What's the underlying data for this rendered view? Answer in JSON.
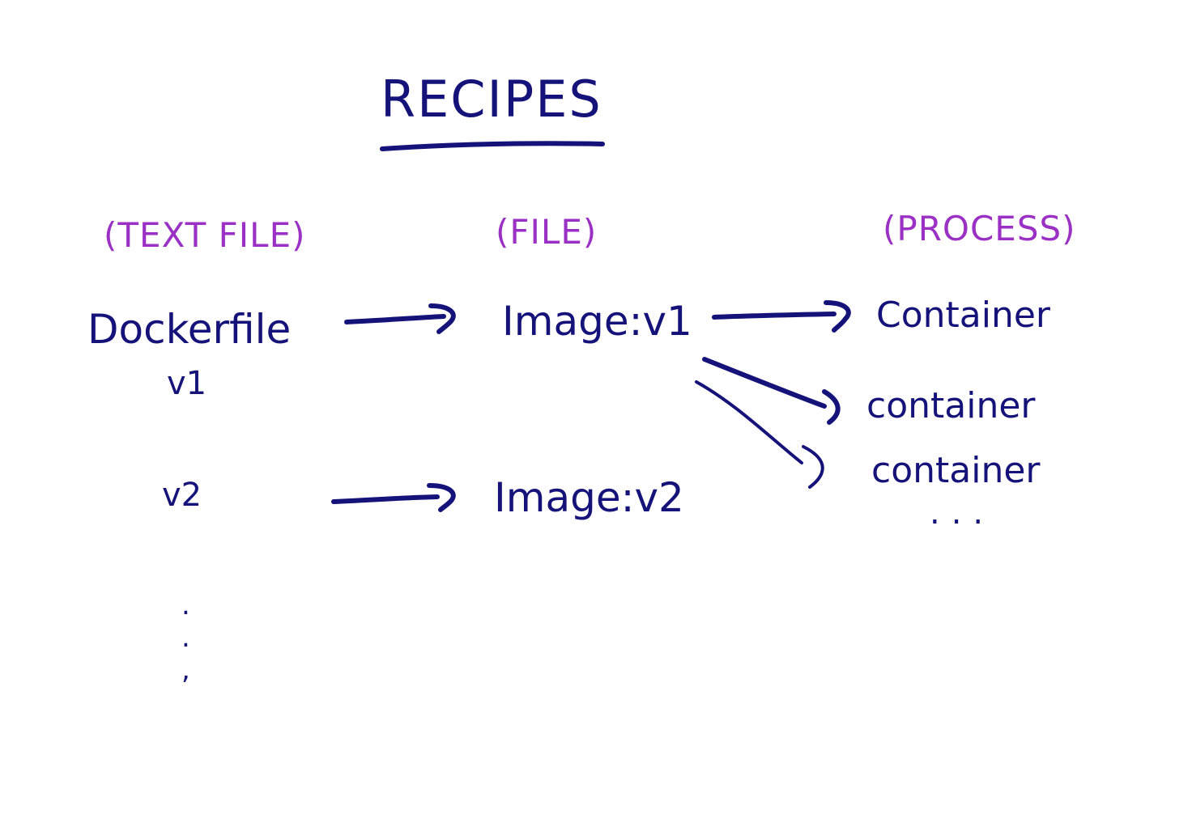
{
  "title": "RECIPES",
  "categories": {
    "text_file": "(TEXT FILE)",
    "file": "(FILE)",
    "process": "(PROCESS)"
  },
  "nodes": {
    "dockerfile": "Dockerfile",
    "v1": "v1",
    "v2": "v2",
    "image_v1": "Image:v1",
    "image_v2": "Image:v2",
    "container_1": "Container",
    "container_2": "container",
    "container_3": "container",
    "more_containers": "...",
    "more_versions": ".\n.\n,"
  },
  "colors": {
    "ink": "#15137a",
    "category": "#9a30c4",
    "background": "#ffffff"
  }
}
